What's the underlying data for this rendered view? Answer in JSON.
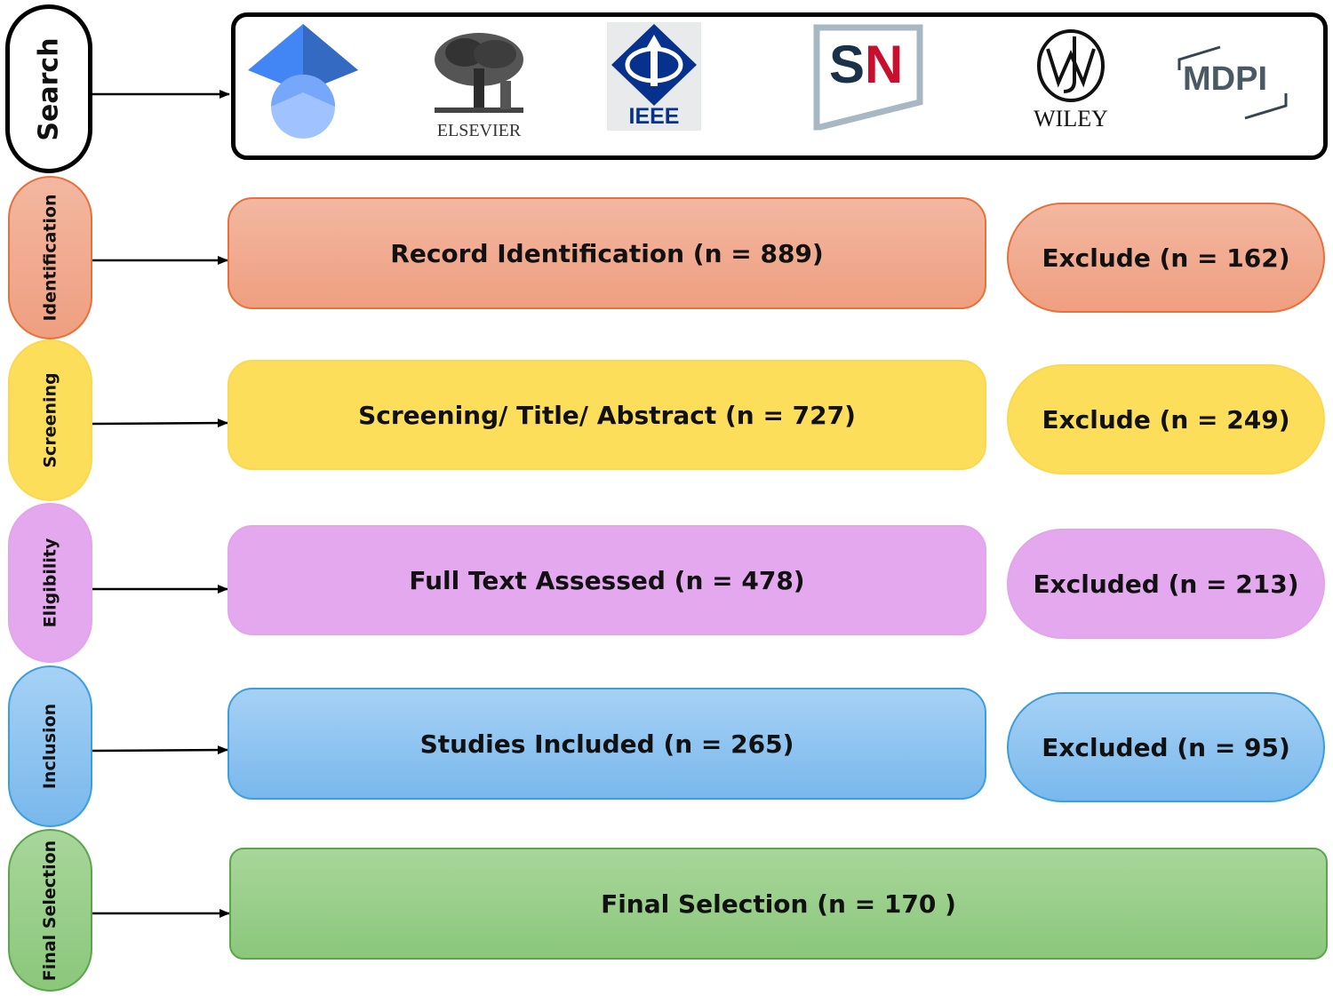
{
  "stages": {
    "search": "Search",
    "identification": "Identification",
    "screening": "Screening",
    "eligibility": "Eligibility",
    "inclusion": "Inclusion",
    "final": "Final Selection"
  },
  "logos": {
    "elsevier": "ELSEVIER",
    "ieee": "IEEE",
    "sn_s": "S",
    "sn_n": "N",
    "wiley": "WILEY",
    "mdpi": "MDPI"
  },
  "rows": {
    "identification": {
      "main": "Record Identification (n = 889)",
      "exclude": "Exclude (n = 162)"
    },
    "screening": {
      "main": "Screening/ Title/ Abstract (n =  727)",
      "exclude": "Exclude (n = 249)"
    },
    "eligibility": {
      "main": "Full Text Assessed (n = 478)",
      "exclude": "Excluded (n = 213)"
    },
    "inclusion": {
      "main": "Studies Included (n = 265)",
      "exclude": "Excluded (n = 95)"
    },
    "final": {
      "main": "Final Selection (n = 170 )"
    }
  },
  "colors": {
    "identification": "#f0a98c",
    "screening": "#fcde5a",
    "eligibility": "#e3a8ee",
    "inclusion": "#8fc5f0",
    "final": "#98cd8a"
  }
}
